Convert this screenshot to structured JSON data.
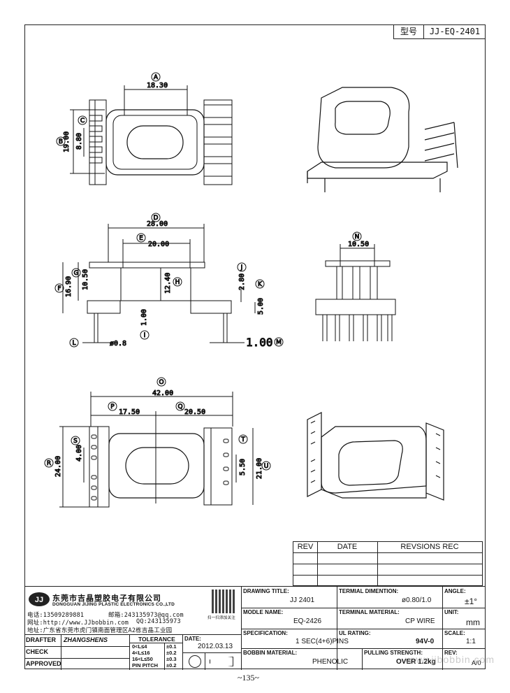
{
  "model": {
    "label": "型号",
    "value": "JJ-EQ-2401"
  },
  "dims": {
    "A": "A",
    "B": "B",
    "C": "C",
    "D": "D",
    "E": "E",
    "F": "F",
    "G": "G",
    "H": "H",
    "I": "I",
    "J": "J",
    "K": "K",
    "L": "L",
    "M": "M",
    "N": "N",
    "O": "O",
    "P": "P",
    "Q": "Q",
    "R": "R",
    "S": "S",
    "T": "T",
    "U": "U",
    "v_1830": "18.30",
    "v_1900": "19.00",
    "v_880": "8.80",
    "v_2800": "28.00",
    "v_2000": "20.00",
    "v_1690": "16.90",
    "v_1050": "10.50",
    "v_1240": "12.40",
    "v_280": "2.80",
    "v_500": "5.00",
    "v_100": "1.00",
    "v_phi08": "ø0.8",
    "v_100b": "1.00",
    "v_1050n": "10.50",
    "v_4200": "42.00",
    "v_1750": "17.50",
    "v_2050": "20.50",
    "v_2400": "24.00",
    "v_400": "4.00",
    "v_550": "5.50",
    "v_2100": "21.00"
  },
  "revision": {
    "rev": "REV",
    "date": "DATE",
    "rec": "REVSIONS REC"
  },
  "company": {
    "logo": "JJ",
    "name_cn": "东莞市吉晶塑胶电子有限公司",
    "name_en": "DONGGUAN JIJING PLASTIC ELECTRONICS CO.,LTD",
    "phone": "电话:13509289881",
    "email": "邮箱:243135973@qq.com",
    "web": "网址:http://www.JJbobbin.com",
    "qq": "QQ:243135973",
    "address": "地址:广东省东莞市虎门镇南面管理区A2栋吉晶工业园",
    "qr_caption": "扫一扫添加关注"
  },
  "title_block": {
    "drawing_title_label": "DRAWING TITLE:",
    "drawing_title": "JJ 2401",
    "terminal_dim_label": "TERMIAL DIMENTION:",
    "terminal_dim": "ø0.80/1.0",
    "angle_label": "ANGLE:",
    "angle": "±1°",
    "module_label": "MODLE NAME:",
    "module": "EQ-2426",
    "terminal_mat_label": "TERMINAL MATERIAL:",
    "terminal_mat": "CP WIRE",
    "unit_label": "UNIT:",
    "unit": "mm",
    "spec_label": "SPECIFICATION:",
    "spec": "1 SEC(4+6)PINS",
    "ul_label": "UL RATING:",
    "ul": "94V-0",
    "scale_label": "SCALE:",
    "scale": "1:1",
    "bobbin_label": "BOBBIN  MATERIAL:",
    "bobbin": "PHENOLIC",
    "pulling_label": "PULLING STRENGTH:",
    "pulling": "OVER 1.2kg",
    "rev_label": "REV:",
    "rev": "A/0",
    "drafter_label": "DRAFTER",
    "drafter": "ZHANGSHENS",
    "check_label": "CHECK",
    "approved_label": "APPROVED",
    "tolerance_label": "TOLERANCE",
    "tol1": "0<L≤4",
    "tol1v": "±0.1",
    "tol2": "4<L≤16",
    "tol2v": "±0.2",
    "tol3": "16<L≤50",
    "tol3v": "±0.3",
    "tol4": "PIN PITCH",
    "tol4v": "±0.2",
    "date_label": "DATE:",
    "date": "2012.03.13",
    "watermark": "www.jjbobbin.com"
  },
  "page_number": "~135~"
}
